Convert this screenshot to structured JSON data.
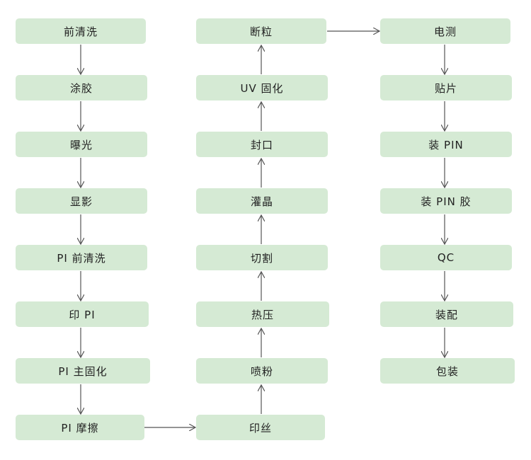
{
  "diagram": {
    "arrow_color": "#555555",
    "box_color": "#d5ead4",
    "columns": [
      {
        "steps": [
          "前清洗",
          "涂胶",
          "曝光",
          "显影",
          "PI 前清洗",
          "印 PI",
          "PI 主固化",
          "PI 摩擦"
        ]
      },
      {
        "steps": [
          "印丝",
          "喷粉",
          "热压",
          "切割",
          "灌晶",
          "封口",
          "UV 固化",
          "断粒"
        ]
      },
      {
        "steps": [
          "电测",
          "贴片",
          "装 PIN",
          "装 PIN 胶",
          "QC",
          "装配",
          "包装"
        ]
      }
    ]
  }
}
